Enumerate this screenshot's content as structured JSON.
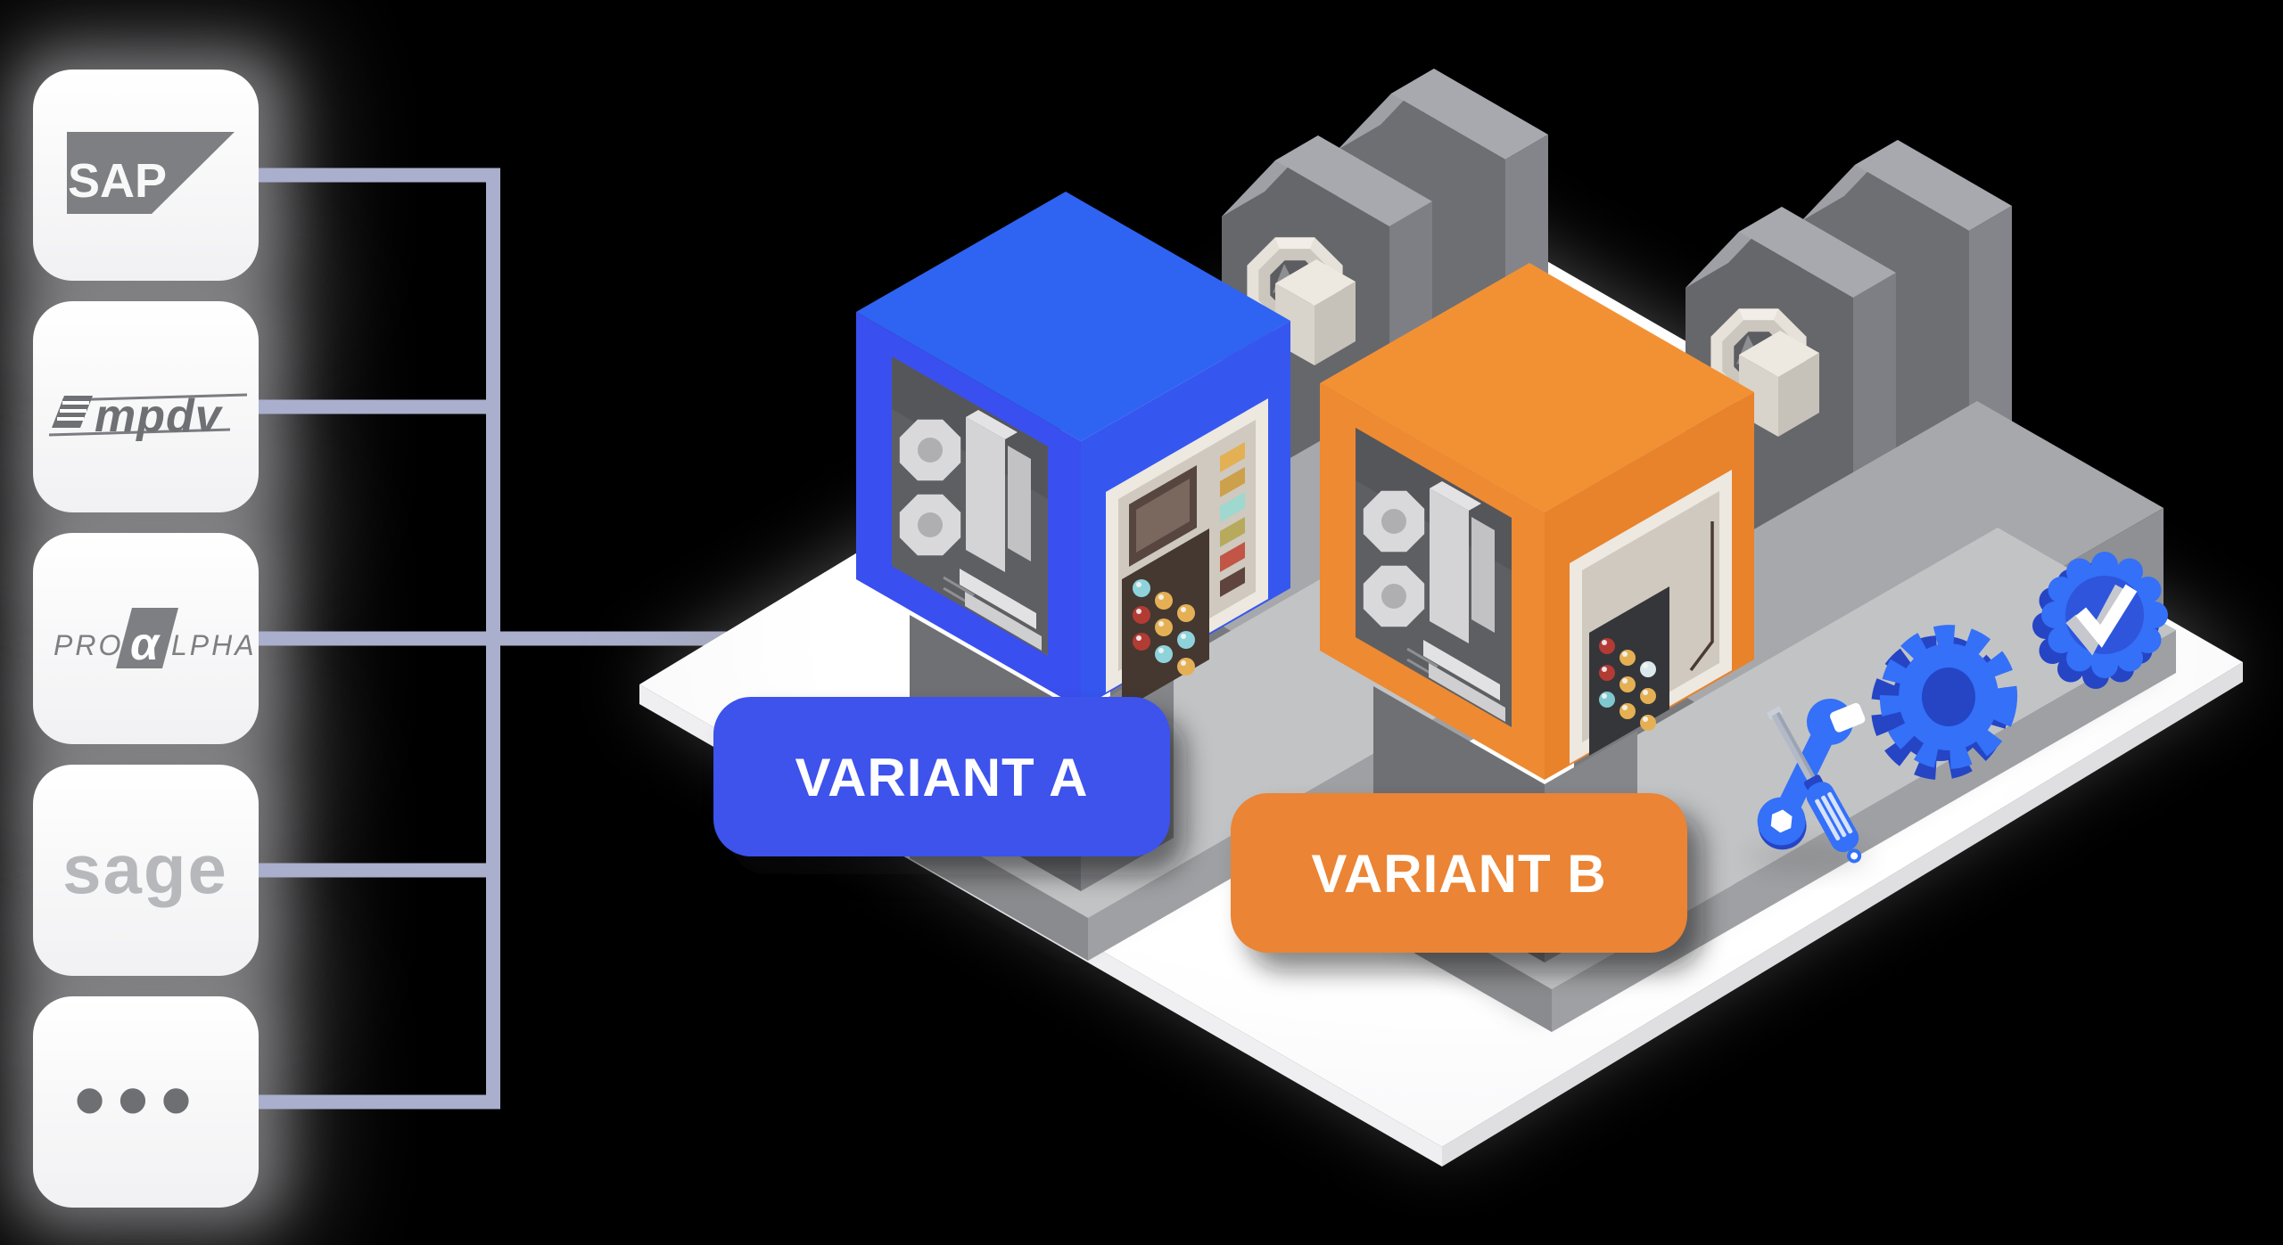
{
  "erp_panel": {
    "items": [
      {
        "id": "sap",
        "label": "SAP"
      },
      {
        "id": "mpdv",
        "label": "mpdv"
      },
      {
        "id": "proalpha",
        "pre": "PRO",
        "alpha": "α",
        "post": "LPHA"
      },
      {
        "id": "sage",
        "label": "sage"
      },
      {
        "id": "more",
        "label": "•••"
      }
    ]
  },
  "connector": {
    "color": "#A9AFCC"
  },
  "variant_a": {
    "label": "VARIANT A",
    "button_color": "#3E52EC",
    "machine_css": "--ct:#2F64F2;--cl:#3A4FEF;--cr:#3557F0"
  },
  "variant_b": {
    "label": "VARIANT B",
    "button_color": "#EB8434",
    "machine_css": "--ct:#F29134;--cl:#EE8A31;--cr:#E8822B"
  },
  "icons": [
    {
      "name": "wrench-screwdriver-icon",
      "color": "#3470F8"
    },
    {
      "name": "gear-icon",
      "color": "#3470F8"
    },
    {
      "name": "check-badge-icon",
      "color": "#3470F8"
    }
  ],
  "theme": {
    "css_vars": "--conn:#A9AFCC;--icon:#3470F8;--icon-dark:#2545C5;--icon-mid:#2E55DC",
    "background": "#000000",
    "card_color": "#FFFFFF",
    "platform_color": "#FFFFFF",
    "logo_grey": "#6F7073"
  }
}
